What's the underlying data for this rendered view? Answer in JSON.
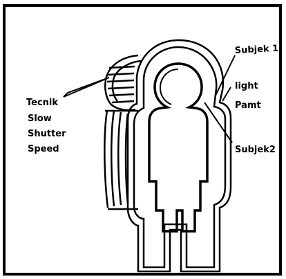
{
  "labels": {
    "subject1": "Subjek 1",
    "light_paint": [
      "light",
      "Pamt"
    ],
    "subject2": "Subjek2",
    "technique": [
      "Tecnik",
      "Slow",
      "Shutter",
      "Speed"
    ]
  },
  "colors": {
    "stroke": "#000000",
    "background": "#ffffff"
  }
}
